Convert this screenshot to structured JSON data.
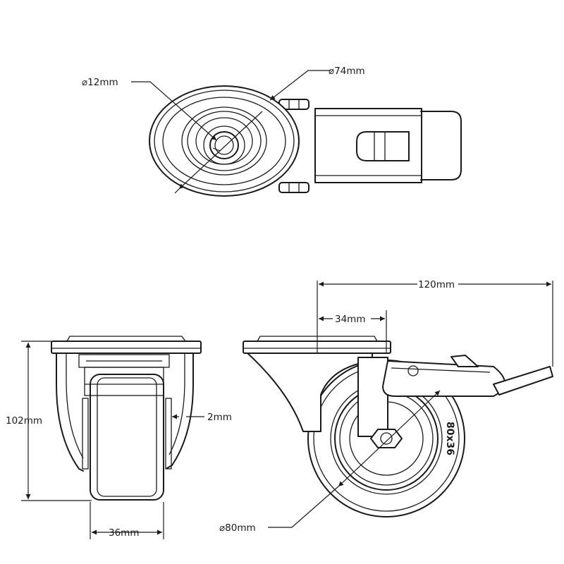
{
  "dimensions": {
    "axle_diameter": "12mm",
    "plate_diameter": "74mm",
    "overall_length": "120mm",
    "offset": "34mm",
    "overall_height": "102mm",
    "side_gap": "2mm",
    "wheel_width": "36mm",
    "wheel_diameter": "80mm"
  },
  "wheel_marking": "80x36",
  "colors": {
    "line": "#1a1a1a",
    "background": "#ffffff"
  }
}
